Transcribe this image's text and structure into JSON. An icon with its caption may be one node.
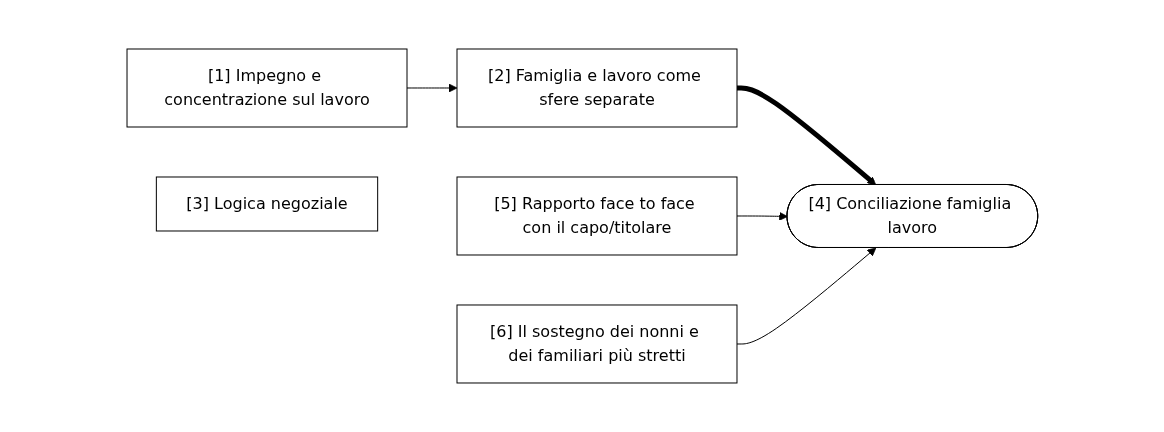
{
  "diagram": {
    "nodes": [
      {
        "text": [
          "[1] Impegno e concentrazione sul lavoro"
        ]
      },
      {
        "text": [
          "[2] Famiglia e lavoro come sfere separate"
        ]
      },
      {
        "text": [
          "[3] Logica negoziale"
        ]
      },
      {
        "text": [
          "[4] Conciliazione famiglia lavoro"
        ]
      },
      {
        "text": [
          "[5] Rapporto face to face con il capo/titolare"
        ]
      },
      {
        "text": [
          "[6] Il sostegno dei nonni e dei familiari più stretti"
        ]
      }
    ],
    "edges": [
      {
        "from": 0,
        "to": 1,
        "arrow": "to"
      },
      {
        "from": 1,
        "to": 3,
        "arrow": "to",
        "style": "thick"
      },
      {
        "from": 4,
        "to": 3,
        "arrow": "to"
      },
      {
        "from": 5,
        "to": 3,
        "arrow": "to"
      }
    ]
  }
}
